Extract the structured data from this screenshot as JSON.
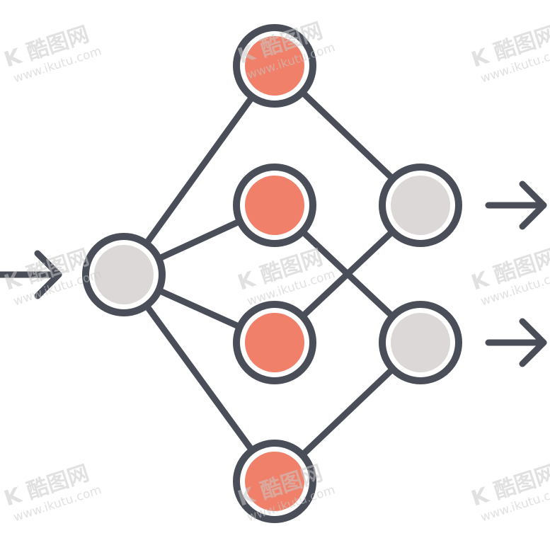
{
  "diagram": {
    "type": "neural-network-icon",
    "colors": {
      "outline": "#4a4e58",
      "hidden_fill": "#f08069",
      "io_fill": "#dcd8d8",
      "background": "#ffffff",
      "watermark": "#c9c9c9"
    },
    "nodes": [
      {
        "id": "input",
        "layer": "input",
        "fill": "io",
        "icon": "input-node"
      },
      {
        "id": "hidden-1",
        "layer": "hidden",
        "fill": "hidden",
        "icon": "hidden-node"
      },
      {
        "id": "hidden-2",
        "layer": "hidden",
        "fill": "hidden",
        "icon": "hidden-node"
      },
      {
        "id": "hidden-3",
        "layer": "hidden",
        "fill": "hidden",
        "icon": "hidden-node"
      },
      {
        "id": "hidden-4",
        "layer": "hidden",
        "fill": "hidden",
        "icon": "hidden-node"
      },
      {
        "id": "output-1",
        "layer": "output",
        "fill": "io",
        "icon": "output-node"
      },
      {
        "id": "output-2",
        "layer": "output",
        "fill": "io",
        "icon": "output-node"
      }
    ],
    "edges": [
      [
        "input",
        "hidden-1"
      ],
      [
        "input",
        "hidden-2"
      ],
      [
        "input",
        "hidden-3"
      ],
      [
        "input",
        "hidden-4"
      ],
      [
        "hidden-1",
        "output-1"
      ],
      [
        "hidden-2",
        "output-2"
      ],
      [
        "hidden-3",
        "output-1"
      ],
      [
        "hidden-4",
        "output-2"
      ]
    ],
    "arrows": [
      {
        "id": "input-arrow",
        "direction": "right",
        "icon": "arrow-right-icon"
      },
      {
        "id": "output-arrow-1",
        "direction": "right",
        "icon": "arrow-right-icon"
      },
      {
        "id": "output-arrow-2",
        "direction": "right",
        "icon": "arrow-right-icon"
      }
    ]
  },
  "watermark": {
    "logo_text": "酷图网",
    "url_text": "www.ikutu.com"
  }
}
